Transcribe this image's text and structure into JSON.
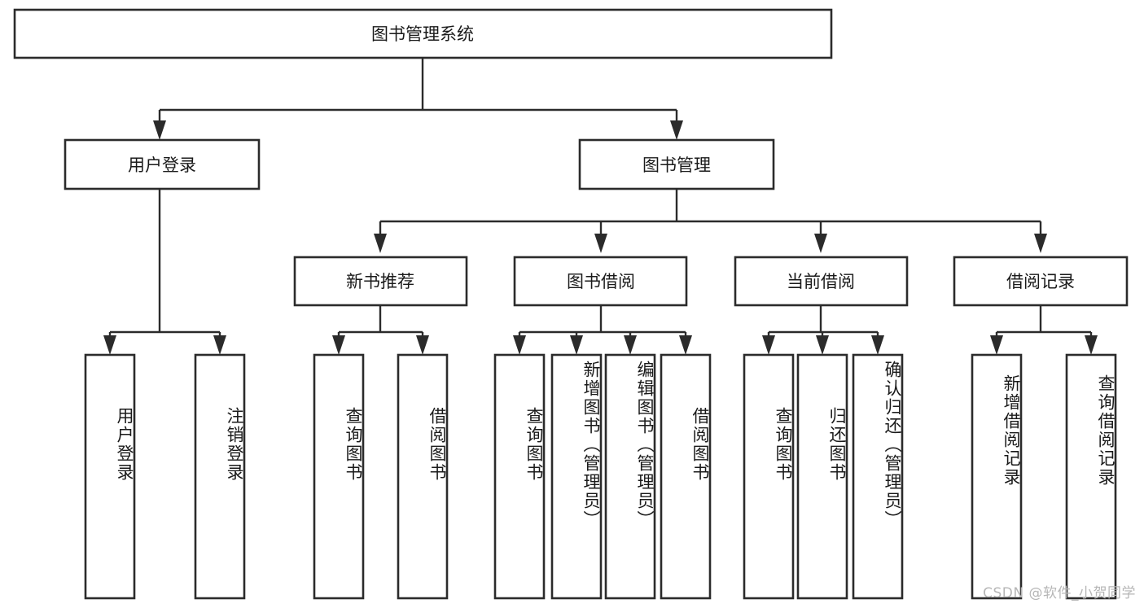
{
  "diagram": {
    "title": "图书管理系统",
    "type": "hierarchy-tree",
    "watermark": "CSDN @软件_小贺同学",
    "colors": {
      "background": "#ffffff",
      "box_fill": "#ffffff",
      "box_stroke": "#2b2b2b",
      "text": "#1a1a1a",
      "watermark": "#b6b6b6"
    },
    "levels": {
      "root": "图书管理系统",
      "level2": [
        "用户登录",
        "图书管理"
      ],
      "level3": [
        "新书推荐",
        "图书借阅",
        "当前借阅",
        "借阅记录"
      ]
    },
    "nodes": {
      "root": {
        "label": "图书管理系统",
        "orientation": "horizontal"
      },
      "user_login": {
        "label": "用户登录",
        "orientation": "horizontal"
      },
      "book_manage": {
        "label": "图书管理",
        "orientation": "horizontal"
      },
      "new_book_rec": {
        "label": "新书推荐",
        "orientation": "horizontal"
      },
      "book_borrow": {
        "label": "图书借阅",
        "orientation": "horizontal"
      },
      "current_borrow": {
        "label": "当前借阅",
        "orientation": "horizontal"
      },
      "borrow_record": {
        "label": "借阅记录",
        "orientation": "horizontal"
      },
      "leaf_user_login": {
        "label": "用户登录",
        "orientation": "vertical"
      },
      "leaf_logout": {
        "label": "注销登录",
        "orientation": "vertical"
      },
      "leaf_query_book_a": {
        "label": "查询图书",
        "orientation": "vertical"
      },
      "leaf_borrow_book_a": {
        "label": "借阅图书",
        "orientation": "vertical"
      },
      "leaf_query_book_b": {
        "label": "查询图书",
        "orientation": "vertical"
      },
      "leaf_add_book": {
        "label": "新增图书（管理员）",
        "orientation": "vertical"
      },
      "leaf_edit_book": {
        "label": "编辑图书（管理员）",
        "orientation": "vertical"
      },
      "leaf_borrow_book_b": {
        "label": "借阅图书",
        "orientation": "vertical"
      },
      "leaf_query_book_c": {
        "label": "查询图书",
        "orientation": "vertical"
      },
      "leaf_return_book": {
        "label": "归还图书",
        "orientation": "vertical"
      },
      "leaf_confirm_return": {
        "label": "确认归还（管理员）",
        "orientation": "vertical"
      },
      "leaf_add_record": {
        "label": "新增借阅记录",
        "orientation": "vertical"
      },
      "leaf_query_record": {
        "label": "查询借阅记录",
        "orientation": "vertical"
      }
    },
    "edges": [
      {
        "from": "图书管理系统",
        "to": "用户登录"
      },
      {
        "from": "图书管理系统",
        "to": "图书管理"
      },
      {
        "from": "用户登录",
        "to": "用户登录"
      },
      {
        "from": "用户登录",
        "to": "注销登录"
      },
      {
        "from": "图书管理",
        "to": "新书推荐"
      },
      {
        "from": "图书管理",
        "to": "图书借阅"
      },
      {
        "from": "图书管理",
        "to": "当前借阅"
      },
      {
        "from": "图书管理",
        "to": "借阅记录"
      },
      {
        "from": "新书推荐",
        "to": "查询图书"
      },
      {
        "from": "新书推荐",
        "to": "借阅图书"
      },
      {
        "from": "图书借阅",
        "to": "查询图书"
      },
      {
        "from": "图书借阅",
        "to": "新增图书（管理员）"
      },
      {
        "from": "图书借阅",
        "to": "编辑图书（管理员）"
      },
      {
        "from": "图书借阅",
        "to": "借阅图书"
      },
      {
        "from": "当前借阅",
        "to": "查询图书"
      },
      {
        "from": "当前借阅",
        "to": "归还图书"
      },
      {
        "from": "当前借阅",
        "to": "确认归还（管理员）"
      },
      {
        "from": "借阅记录",
        "to": "新增借阅记录"
      },
      {
        "from": "借阅记录",
        "to": "查询借阅记录"
      }
    ]
  }
}
